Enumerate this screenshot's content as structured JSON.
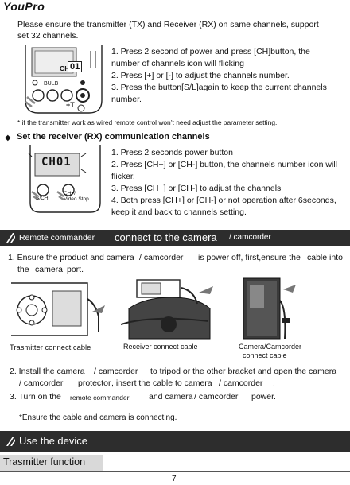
{
  "header": {
    "brand": "YouPro"
  },
  "intro": {
    "line1": "Please ensure the transmitter (TX) and Receiver (RX) on same channels, support",
    "line2": "set 32 channels."
  },
  "tx_steps": {
    "s1a": "1. Press 2 second of power and press [CH]button, the",
    "s1b": "number of channels icon will flicking",
    "s2": "2. Press [+] or [-] to adjust the channels number.",
    "s3a": "3. Press the button[S/L]again to keep the current channels",
    "s3b": "number."
  },
  "tx_device": {
    "lcd_ch": "CH",
    "lcd_num": "01",
    "label_bulb": "BULB",
    "label_plus": "+T"
  },
  "note_wired": "*  if the transmitter work as wired remote control won’t need adjust the parameter setting.",
  "rx_heading": "Set the receiver (RX) communication channels",
  "rx_steps": {
    "s1": "1. Press 2 seconds power button",
    "s2a": "2. Press [CH+] or [CH-] button, the channels number icon will",
    "s2b": "flicker.",
    "s3": "3. Press [CH+] or [CH-] to adjust the channels",
    "s4a": "4. Both press [CH+] or [CH-] or not operation after 6seconds,",
    "s4b": "keep it and back to channels setting."
  },
  "rx_device": {
    "lcd": "CH01",
    "label_left": "S/CH",
    "label_right_1": "CH+/",
    "label_right_2": "Video Stop"
  },
  "bar_remote": {
    "part1": "Remote commander",
    "part2": "connect to the camera",
    "part3": "/ camcorder"
  },
  "step1": {
    "a": "1. Ensure the product and camera",
    "b": "/ camcorder",
    "c": "is power off, first,ensure the",
    "d": "cable into",
    "e": "the",
    "f": "camera",
    "g": "port."
  },
  "captions": {
    "tx": "Trasmitter connect cable",
    "rx": "Receiver connect cable",
    "cam1": "Camera/Camcorder",
    "cam2": "connect cable"
  },
  "step2": {
    "a": "2.  Install  the camera",
    "b": "/ camcorder",
    "c": "to tripod or the other bracket and open  the camera",
    "d": "/ camcorder",
    "e": "protector",
    "f": ", insert the cable to camera",
    "g": "/ camcorder",
    "h": "."
  },
  "step3": {
    "a": "3.  Turn on the",
    "b": "remote commander",
    "c": "and camera",
    "d": "/ camcorder",
    "e": "power."
  },
  "note_cable": "*Ensure the cable and camera is connecting.",
  "bar_use": "Use the device",
  "tx_function": "Trasmitter function",
  "page_number": "7"
}
